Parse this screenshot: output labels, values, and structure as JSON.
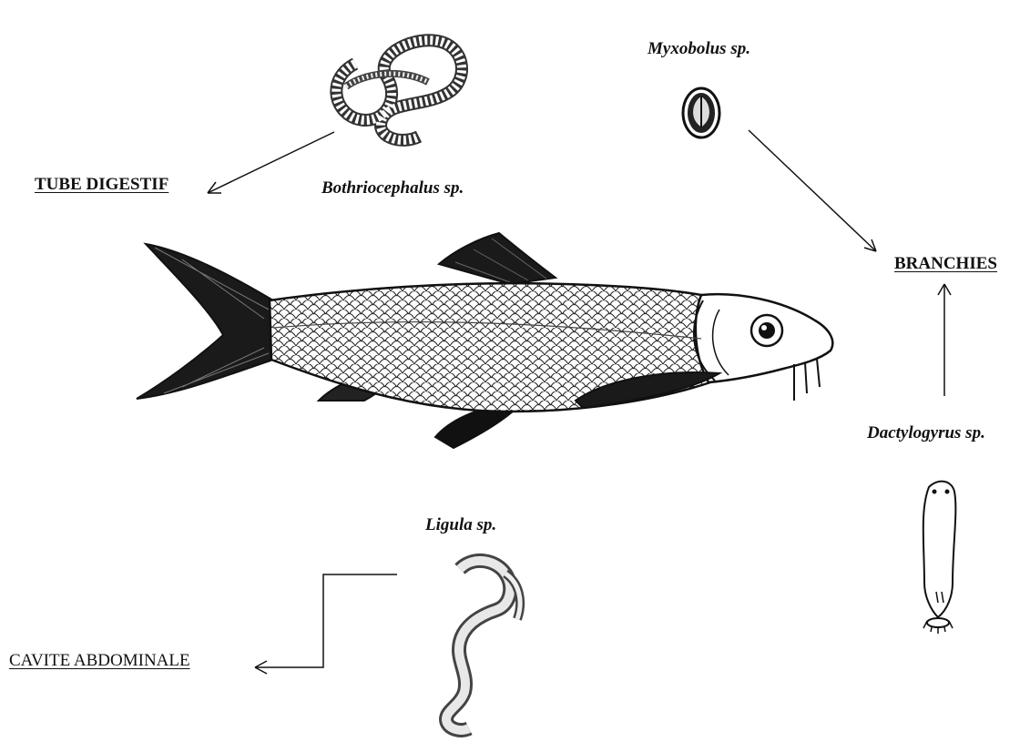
{
  "organs": {
    "digestive_tract": "TUBE DIGESTIF",
    "gills": "BRANCHIES",
    "abdominal_cavity": "CAVITE ABDOMINALE"
  },
  "parasites": {
    "bothriocephalus": "Bothriocephalus sp.",
    "myxobolus": "Myxobolus sp.",
    "dactylogyrus": "Dactylogyrus sp.",
    "ligula": "Ligula sp."
  },
  "colors": {
    "ink": "#111111",
    "background": "#ffffff",
    "fin_dark": "#1a1a1a"
  }
}
